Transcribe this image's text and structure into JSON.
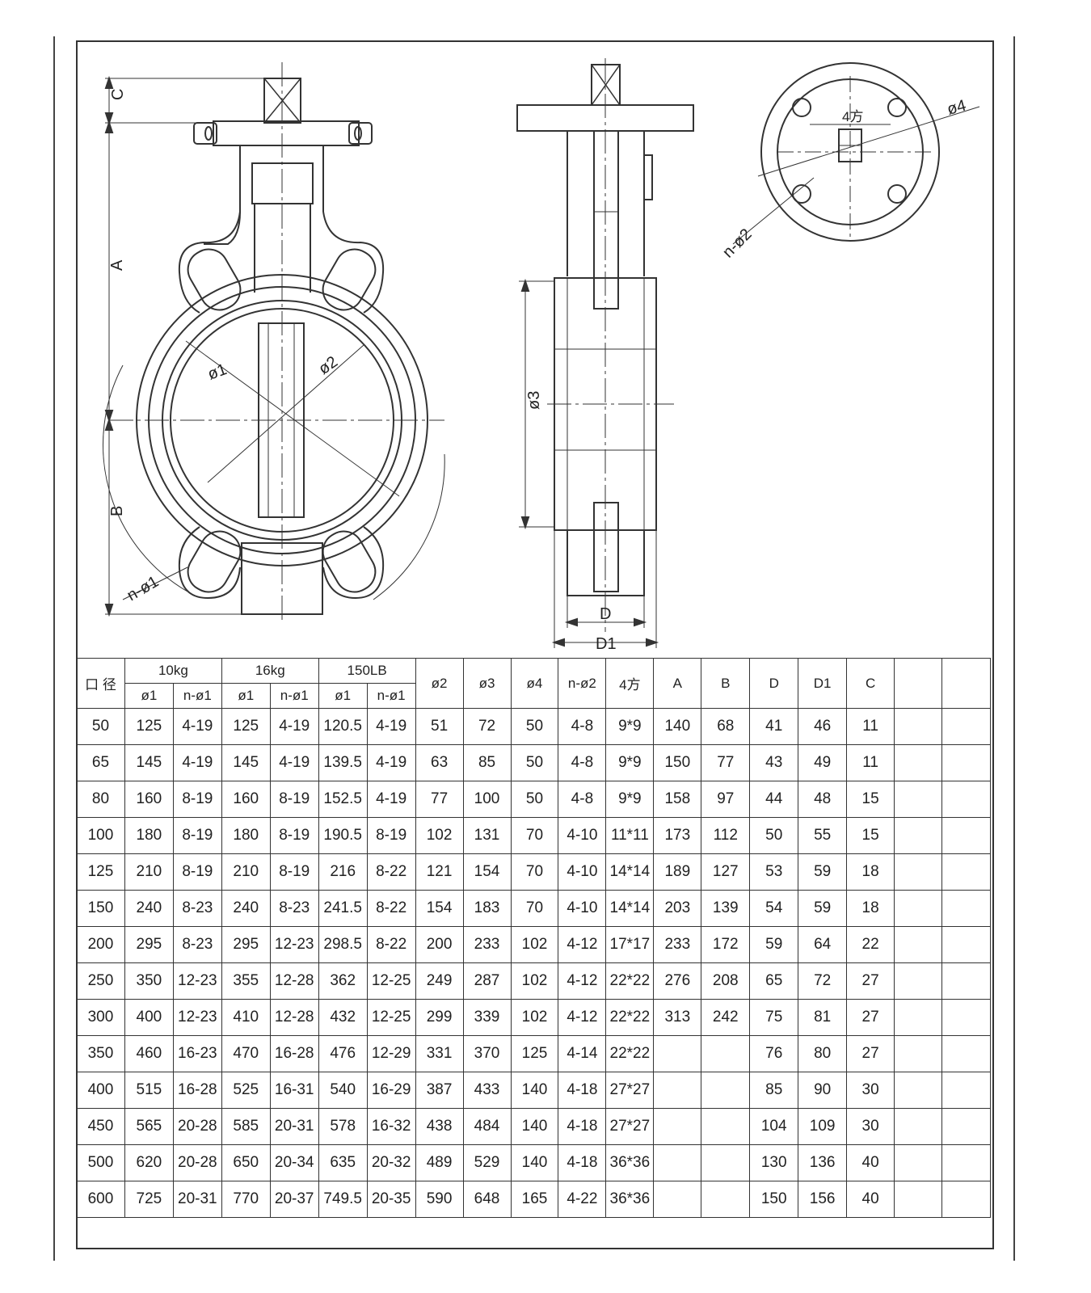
{
  "labels": {
    "C": "C",
    "A": "A",
    "B": "B",
    "phi1": "ø1",
    "phi2": "ø2",
    "phi3": "ø3",
    "phi4": "ø4",
    "n_phi1": "n-ø1",
    "n_phi2": "n-ø2",
    "D": "D",
    "D1": "D1",
    "square4": "4方"
  },
  "table": {
    "caliber": "口 径",
    "groups": [
      "10kg",
      "16kg",
      "150LB"
    ],
    "sub": [
      "ø1",
      "n-ø1"
    ],
    "cols": [
      "ø2",
      "ø3",
      "ø4",
      "n-ø2",
      "4方",
      "A",
      "B",
      "D",
      "D1",
      "C"
    ],
    "rows": [
      [
        "50",
        "125",
        "4-19",
        "125",
        "4-19",
        "120.5",
        "4-19",
        "51",
        "72",
        "50",
        "4-8",
        "9*9",
        "140",
        "68",
        "41",
        "46",
        "11",
        "",
        ""
      ],
      [
        "65",
        "145",
        "4-19",
        "145",
        "4-19",
        "139.5",
        "4-19",
        "63",
        "85",
        "50",
        "4-8",
        "9*9",
        "150",
        "77",
        "43",
        "49",
        "11",
        "",
        ""
      ],
      [
        "80",
        "160",
        "8-19",
        "160",
        "8-19",
        "152.5",
        "4-19",
        "77",
        "100",
        "50",
        "4-8",
        "9*9",
        "158",
        "97",
        "44",
        "48",
        "15",
        "",
        ""
      ],
      [
        "100",
        "180",
        "8-19",
        "180",
        "8-19",
        "190.5",
        "8-19",
        "102",
        "131",
        "70",
        "4-10",
        "11*11",
        "173",
        "112",
        "50",
        "55",
        "15",
        "",
        ""
      ],
      [
        "125",
        "210",
        "8-19",
        "210",
        "8-19",
        "216",
        "8-22",
        "121",
        "154",
        "70",
        "4-10",
        "14*14",
        "189",
        "127",
        "53",
        "59",
        "18",
        "",
        ""
      ],
      [
        "150",
        "240",
        "8-23",
        "240",
        "8-23",
        "241.5",
        "8-22",
        "154",
        "183",
        "70",
        "4-10",
        "14*14",
        "203",
        "139",
        "54",
        "59",
        "18",
        "",
        ""
      ],
      [
        "200",
        "295",
        "8-23",
        "295",
        "12-23",
        "298.5",
        "8-22",
        "200",
        "233",
        "102",
        "4-12",
        "17*17",
        "233",
        "172",
        "59",
        "64",
        "22",
        "",
        ""
      ],
      [
        "250",
        "350",
        "12-23",
        "355",
        "12-28",
        "362",
        "12-25",
        "249",
        "287",
        "102",
        "4-12",
        "22*22",
        "276",
        "208",
        "65",
        "72",
        "27",
        "",
        ""
      ],
      [
        "300",
        "400",
        "12-23",
        "410",
        "12-28",
        "432",
        "12-25",
        "299",
        "339",
        "102",
        "4-12",
        "22*22",
        "313",
        "242",
        "75",
        "81",
        "27",
        "",
        ""
      ],
      [
        "350",
        "460",
        "16-23",
        "470",
        "16-28",
        "476",
        "12-29",
        "331",
        "370",
        "125",
        "4-14",
        "22*22",
        "",
        "",
        "76",
        "80",
        "27",
        "",
        ""
      ],
      [
        "400",
        "515",
        "16-28",
        "525",
        "16-31",
        "540",
        "16-29",
        "387",
        "433",
        "140",
        "4-18",
        "27*27",
        "",
        "",
        "85",
        "90",
        "30",
        "",
        ""
      ],
      [
        "450",
        "565",
        "20-28",
        "585",
        "20-31",
        "578",
        "16-32",
        "438",
        "484",
        "140",
        "4-18",
        "27*27",
        "",
        "",
        "104",
        "109",
        "30",
        "",
        ""
      ],
      [
        "500",
        "620",
        "20-28",
        "650",
        "20-34",
        "635",
        "20-32",
        "489",
        "529",
        "140",
        "4-18",
        "36*36",
        "",
        "",
        "130",
        "136",
        "40",
        "",
        ""
      ],
      [
        "600",
        "725",
        "20-31",
        "770",
        "20-37",
        "749.5",
        "20-35",
        "590",
        "648",
        "165",
        "4-22",
        "36*36",
        "",
        "",
        "150",
        "156",
        "40",
        "",
        ""
      ]
    ]
  }
}
